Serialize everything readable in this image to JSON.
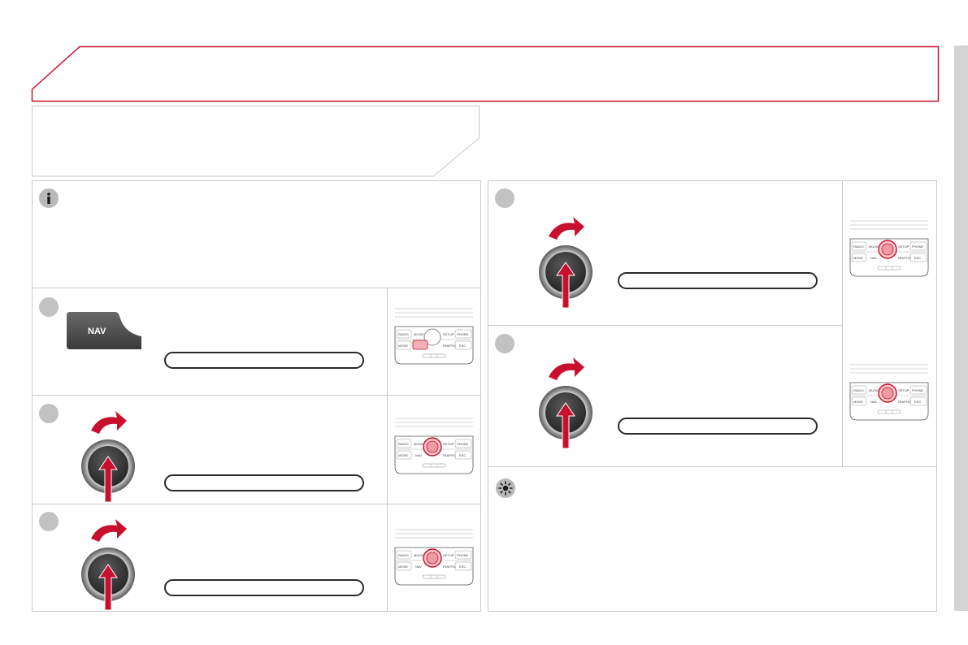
{
  "header": {
    "title": ""
  },
  "intro": {
    "text": ""
  },
  "icons": {
    "info": "info-icon",
    "tip": "lightbulb-icon",
    "knob": "rotary-knob-icon",
    "rotate": "rotate-arrow-icon"
  },
  "nav_key": {
    "label": "NAV"
  },
  "console": {
    "buttons": {
      "radio": "RADIO",
      "music": "MUSIC",
      "setup": "SETUP",
      "phone": "PHONE",
      "mode": "MODE",
      "nav": "NAV",
      "traffic": "TRAFFIC",
      "esc": "ESC"
    }
  },
  "colors": {
    "accent": "#c8102e",
    "step": "#c2c2c2",
    "panel_border": "#c9c9c9",
    "knob": "#3a3a3a"
  }
}
